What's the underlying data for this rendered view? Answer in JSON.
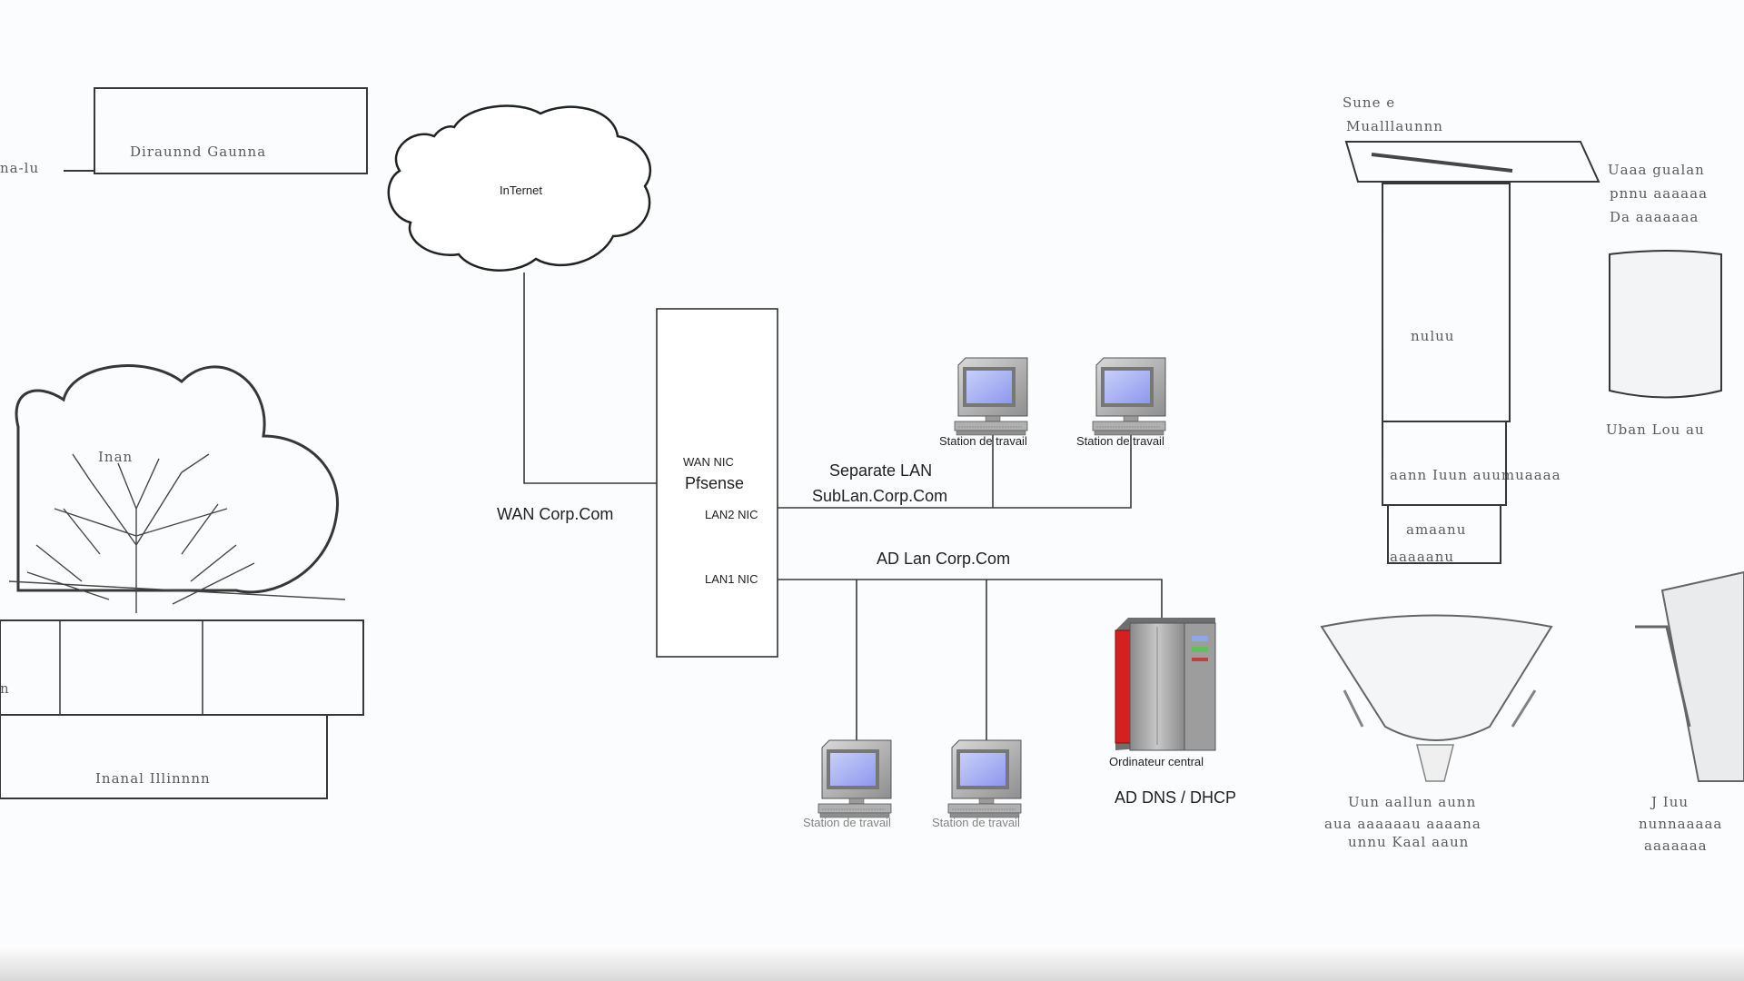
{
  "diagram": {
    "internet_label": "InTernet",
    "wan_label": "WAN Corp.Com",
    "pfsense_label": "Pfsense",
    "wan_nic_label": "WAN NIC",
    "lan2_nic_label": "LAN2 NIC",
    "lan1_nic_label": "LAN1 NIC",
    "separate_lan_label": "Separate LAN",
    "sublan_label": "SubLan.Corp.Com",
    "ad_lan_label": "AD Lan Corp.Com",
    "workstation_label": "Station de travail",
    "server_label": "Ordinateur central",
    "ad_dns_label": "AD DNS / DHCP"
  },
  "background_text": {
    "left_box_top": "Diraunnd Gaunna",
    "left_edge": "na-lu",
    "left_box_bottom": "Inanal Illinnnn",
    "left_cloud": "Inan",
    "left_table_small": "n",
    "right_top_1": "Sune   e",
    "right_top_2": "Mualllaunnn",
    "right_tower": "nuluu",
    "right_tower_base": "aann Iuun auumuaaaa",
    "right_tower_foot_1": "amaanu",
    "right_tower_foot_2": "aaaaanu",
    "right_note_1": "Uaaa gualan",
    "right_note_2": "pnnu aaaaaa",
    "right_note_3": "Da aaaaaaa",
    "right_cyl": "Uban Lou au",
    "right_bowl_1": "Uun aallun aunn",
    "right_bowl_2": "aua aaaaaau aaaana",
    "right_bowl_3": "unnu Kaal aaun",
    "right_kettle_1": "J Iuu",
    "right_kettle_2": "nunnaaaaa",
    "right_kettle_3": "aaaaaaa"
  },
  "colors": {
    "line": "#3a3a3a",
    "screen": "#9ea8f4",
    "monitor": "#b8b8b8",
    "server_red": "#d42020",
    "server_gray": "#a9a9a9"
  }
}
